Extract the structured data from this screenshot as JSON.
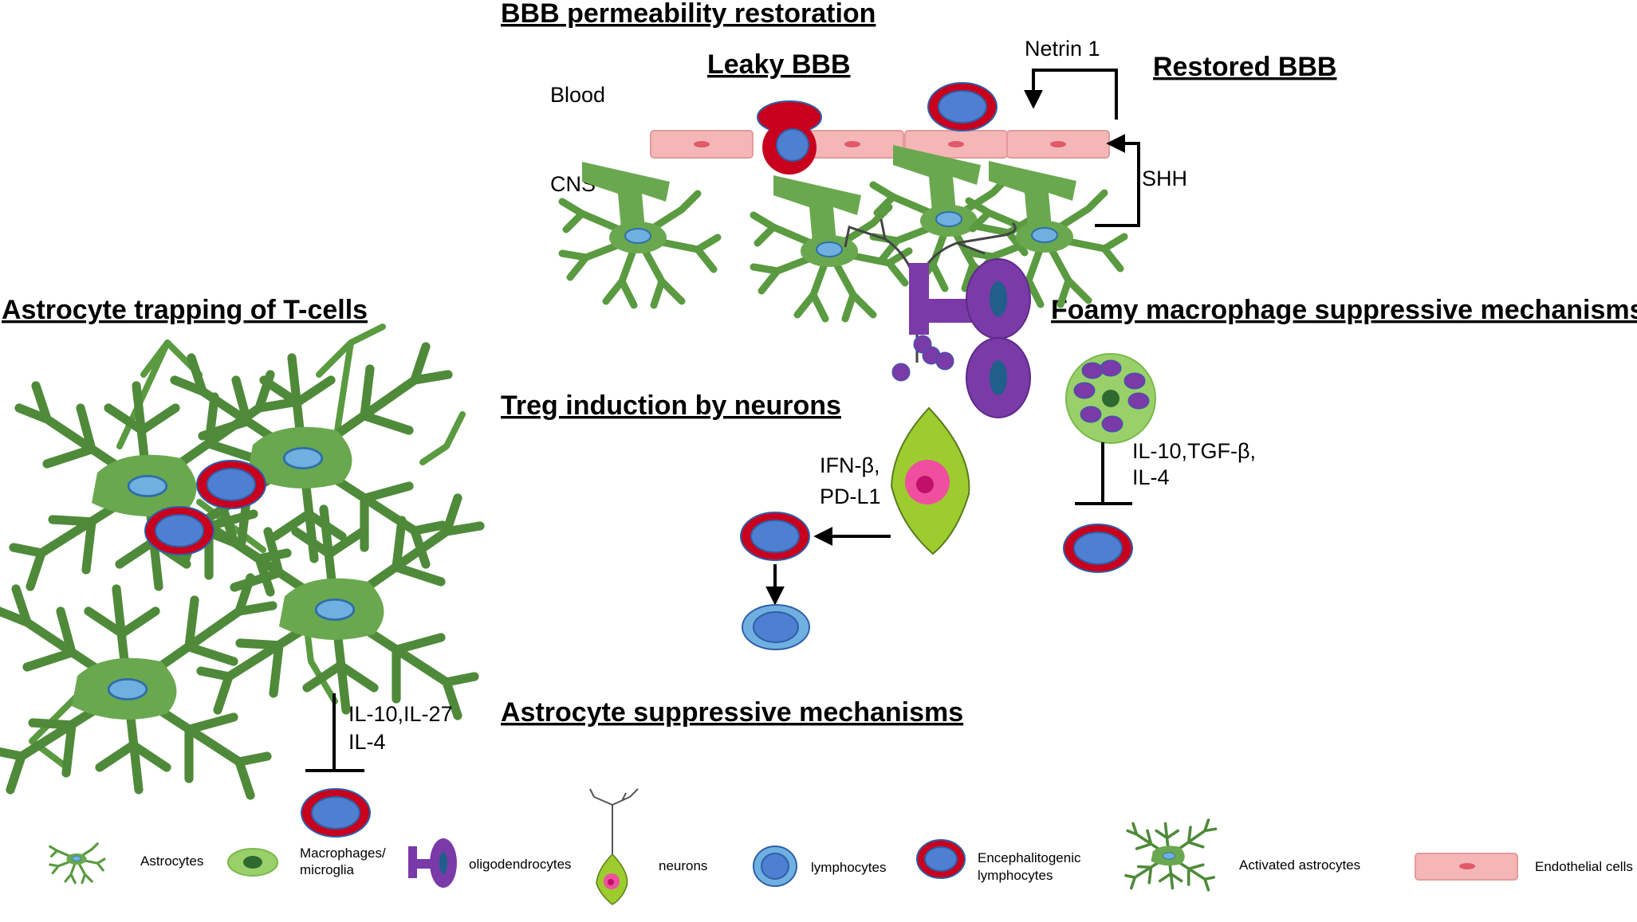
{
  "sections": {
    "bbb": "BBB permeability restoration",
    "leaky": "Leaky BBB",
    "restored": "Restored BBB",
    "trapping": "Astrocyte trapping of T-cells",
    "foamy": "Foamy macrophage suppressive mechanisms",
    "treg": "Treg induction by neurons",
    "astro_supp": "Astrocyte suppressive mechanisms"
  },
  "labels": {
    "blood": "Blood",
    "cns": "CNS",
    "netrin": "Netrin 1",
    "shh": "SHH",
    "ifn_line1": "IFN-β,",
    "ifn_line2": "PD-L1",
    "foamy_line1": "IL-10,TGF-β,",
    "foamy_line2": "IL-4",
    "astro_line1": "IL-10,IL-27",
    "astro_line2": "IL-4"
  },
  "legend": {
    "astrocytes": "Astrocytes",
    "macro_line1": "Macrophages/",
    "macro_line2": "microglia",
    "oligo": "oligodendrocytes",
    "neurons": "neurons",
    "lymphocytes": "lymphocytes",
    "enceph_line1": "Encephalitogenic",
    "enceph_line2": "lymphocytes",
    "activated": "Activated astrocytes",
    "endothelial": "Endothelial cells"
  },
  "colors": {
    "astrocyte": "#6aa84f",
    "astrocyte_dark": "#4f8a3a",
    "activated_astrocyte": "#4d8f3c",
    "endothelial": "#f4b6b6",
    "endothelial_nucleus": "#e05a6a",
    "lymphocyte": "#4f7fd0",
    "lymphocyte_border": "#2e5fa8",
    "encephalitogenic_ring": "#c8001e",
    "oligodendrocyte": "#7a3aa8",
    "neuron": "#9ccc2e",
    "neuron_nucleus": "#e0258a",
    "macrophage": "#9ad06a"
  }
}
